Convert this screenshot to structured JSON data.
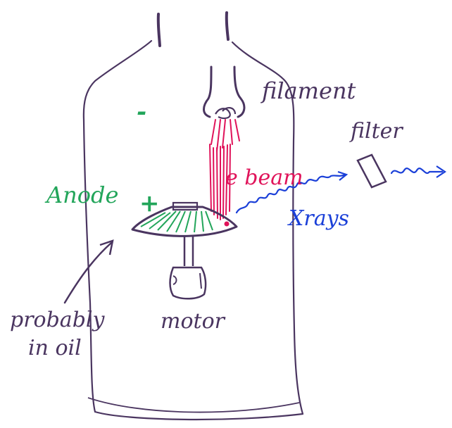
{
  "colors": {
    "ink": "#4a3560",
    "anode": "#22a55a",
    "beam": "#e0135a",
    "xray": "#1a3fd8"
  },
  "labels": {
    "filament": "filament",
    "filter": "filter",
    "minus": "-",
    "anode": "Anode",
    "plus": "+",
    "ebeam": "e beam",
    "xrays": "Xrays",
    "motor": "motor",
    "probably_line1": "probably",
    "probably_line2": "in oil"
  }
}
